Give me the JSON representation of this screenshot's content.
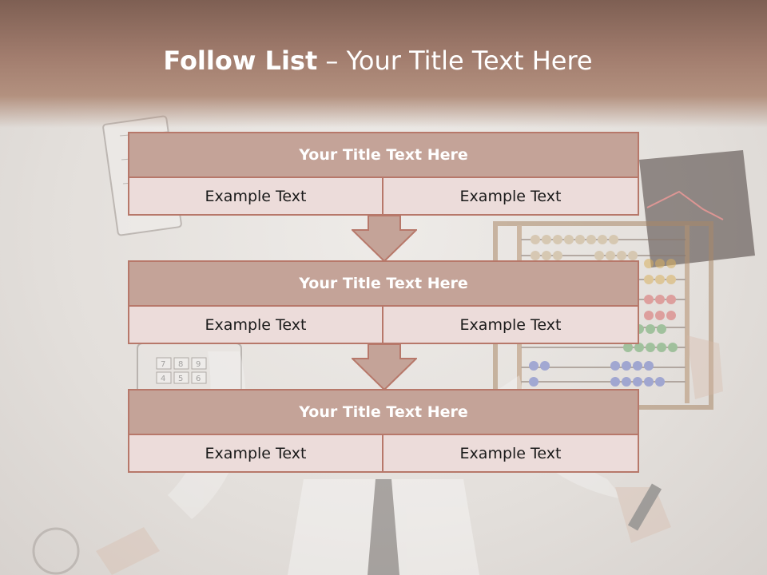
{
  "slide": {
    "title_bold": "Follow List",
    "title_rest": " – Your Title Text Here"
  },
  "steps": [
    {
      "heading": "Your Title Text Here",
      "left": "Example Text",
      "right": "Example Text"
    },
    {
      "heading": "Your Title Text Here",
      "left": "Example Text",
      "right": "Example Text"
    },
    {
      "heading": "Your Title Text Here",
      "left": "Example Text",
      "right": "Example Text"
    }
  ],
  "background_image": {
    "keypad_keys": [
      "7",
      "8",
      "9",
      "4",
      "5",
      "6"
    ]
  },
  "colors": {
    "header": "#a27d6e",
    "box_head": "#c4a398",
    "box_cell": "#ecdcda",
    "border": "#b7786a"
  }
}
